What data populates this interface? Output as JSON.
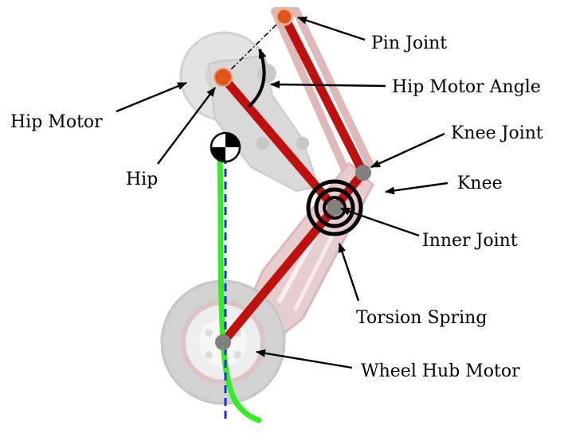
{
  "labels": {
    "pin_joint": "Pin Joint",
    "hip_motor_angle": "Hip Motor Angle",
    "hip_motor": "Hip Motor",
    "knee_joint": "Knee Joint",
    "knee": "Knee",
    "hip": "Hip",
    "inner_joint": "Inner Joint",
    "torsion_spring": "Torsion Spring",
    "wheel_hub_motor": "Wheel Hub Motor"
  },
  "colors": {
    "link_red": "#c0100e",
    "joint_orange": "#e0561a",
    "joint_gray": "#808080",
    "ground_trace": "#33ee22",
    "centerline": "#1133dd",
    "ghost_light": "#d4d4d4",
    "ghost_pink": "#ddbcbc"
  }
}
